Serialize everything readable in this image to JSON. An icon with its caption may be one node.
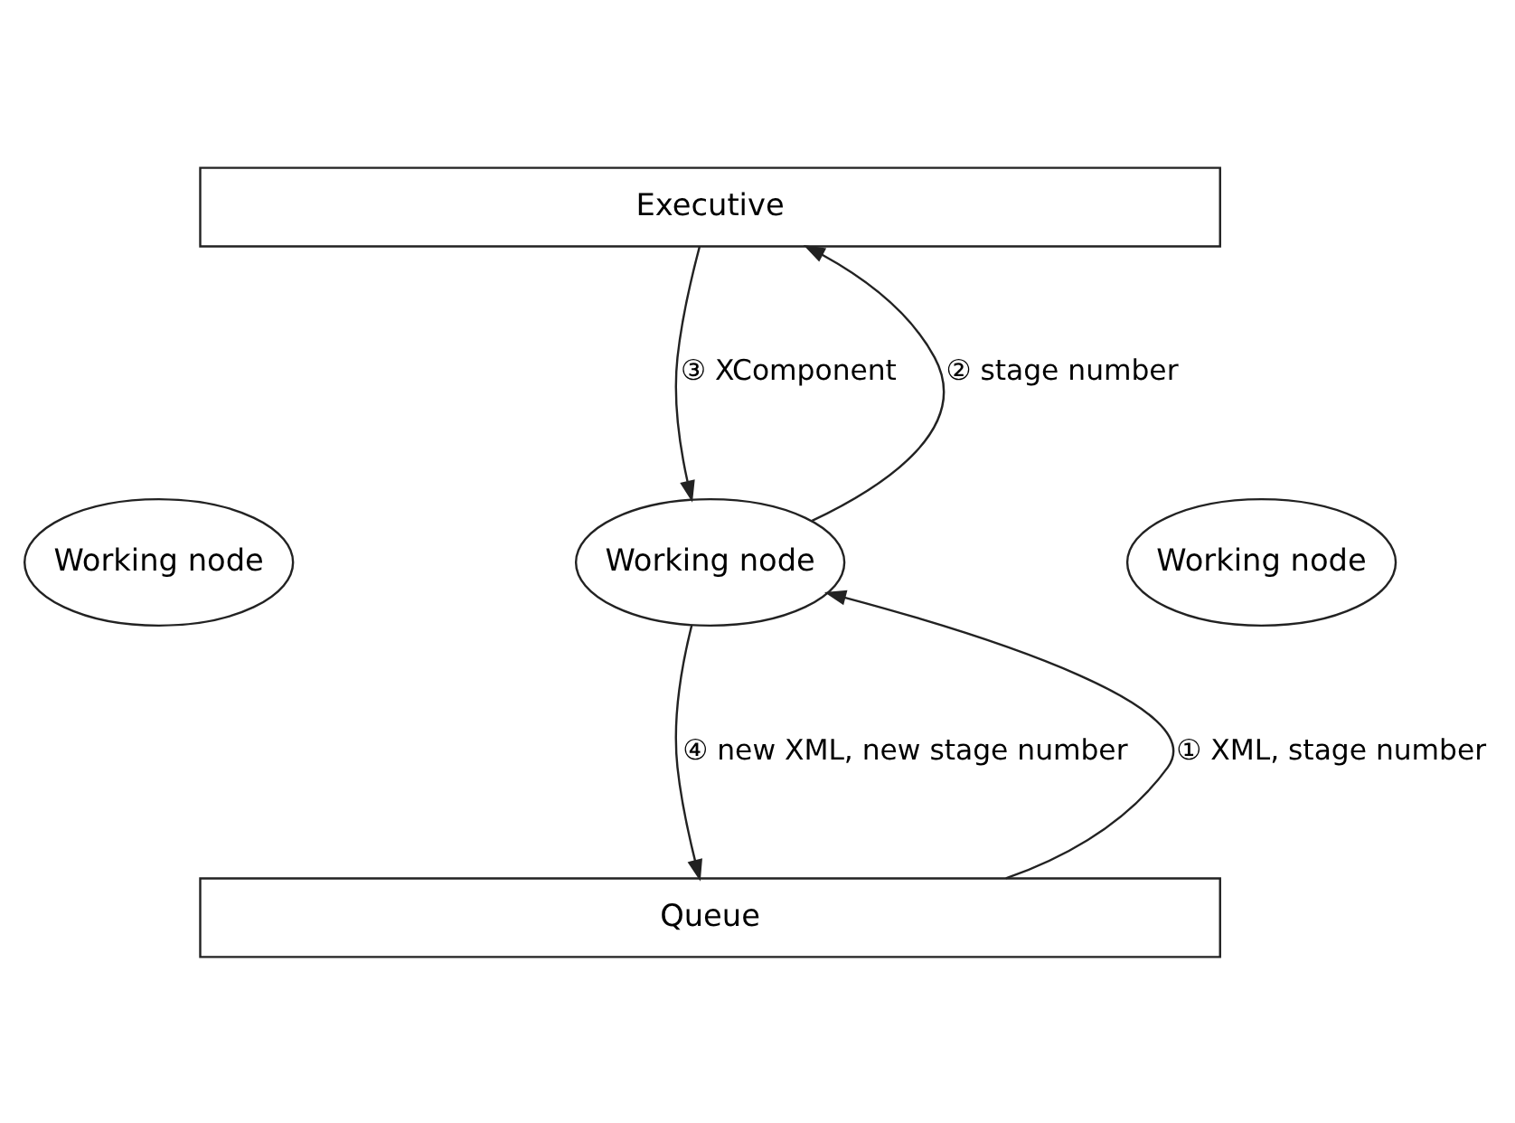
{
  "diagram": {
    "nodes": [
      {
        "text": [
          "Executive"
        ]
      },
      {
        "text": [
          "Working node"
        ]
      },
      {
        "text": [
          "Working node"
        ]
      },
      {
        "text": [
          "Working node"
        ]
      },
      {
        "text": [
          "Queue"
        ]
      }
    ],
    "edges": [
      {
        "from": 4,
        "to": 2,
        "arrow": "to",
        "label": "① XML, stage number"
      },
      {
        "from": 2,
        "to": 0,
        "arrow": "to",
        "label": "② stage number"
      },
      {
        "from": 0,
        "to": 2,
        "arrow": "to",
        "label": "③ XComponent"
      },
      {
        "from": 2,
        "to": 4,
        "arrow": "to",
        "label": "④ new XML, new stage number"
      }
    ]
  }
}
